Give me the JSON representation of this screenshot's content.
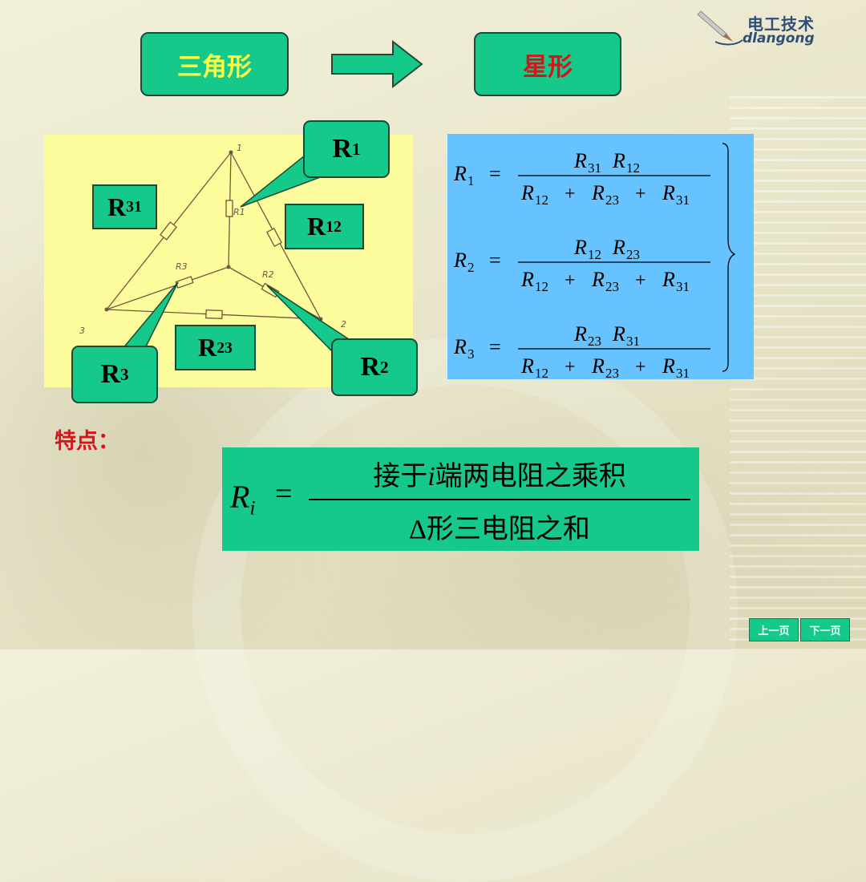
{
  "logo": {
    "cn": "电工技术",
    "en": "dlangong"
  },
  "titles": {
    "delta": "三角形",
    "star": "星形"
  },
  "diagram": {
    "node_labels": {
      "n1": "1",
      "n2": "2",
      "n3": "3"
    },
    "resistor_labels": {
      "r1": "R1",
      "r2": "R2",
      "r3": "R3"
    }
  },
  "callouts": {
    "r1": {
      "base": "R",
      "sub": "1"
    },
    "r2": {
      "base": "R",
      "sub": "2"
    },
    "r3": {
      "base": "R",
      "sub": "3"
    },
    "r12": {
      "base": "R",
      "sub": "12"
    },
    "r23": {
      "base": "R",
      "sub": "23"
    },
    "r31": {
      "base": "R",
      "sub": "31"
    }
  },
  "formulas": [
    {
      "lhs": "R",
      "lhs_sub": "1",
      "num": [
        [
          "R",
          "31"
        ],
        [
          "R",
          "12"
        ]
      ]
    },
    {
      "lhs": "R",
      "lhs_sub": "2",
      "num": [
        [
          "R",
          "12"
        ],
        [
          "R",
          "23"
        ]
      ]
    },
    {
      "lhs": "R",
      "lhs_sub": "3",
      "num": [
        [
          "R",
          "23"
        ],
        [
          "R",
          "31"
        ]
      ]
    }
  ],
  "denominator": [
    [
      "R",
      "12"
    ],
    [
      "R",
      "23"
    ],
    [
      "R",
      "31"
    ]
  ],
  "operators": {
    "eq": "=",
    "plus": "+"
  },
  "feature": {
    "label": "特点："
  },
  "rule": {
    "lhs": "R",
    "lhs_sub": "i",
    "eq": "=",
    "num_pre": "接于",
    "num_var": "i",
    "num_post": "端两电阻之乘积",
    "den": "Δ形三电阻之和"
  },
  "nav": {
    "prev": "上一页",
    "next": "下一页"
  },
  "colors": {
    "green": "#15c98a",
    "yellow": "#fdfc9c",
    "blue": "#66c3ff",
    "red": "#d8141a",
    "title_yellow": "#ffff40"
  }
}
